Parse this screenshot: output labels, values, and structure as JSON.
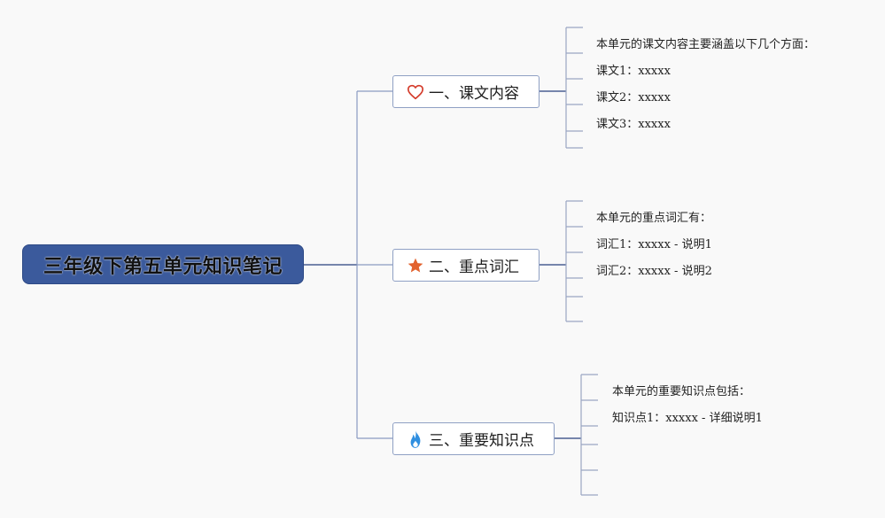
{
  "root": {
    "title": "三年级下第五单元知识笔记"
  },
  "branches": [
    {
      "label": "一、课文内容",
      "icon": "heart-outline-icon",
      "icon_color": "#d43c2b",
      "leaves": [
        "本单元的课文内容主要涵盖以下几个方面：",
        "课文1：xxxxx",
        "课文2：xxxxx",
        "课文3：xxxxx",
        ""
      ]
    },
    {
      "label": "二、重点词汇",
      "icon": "star-icon",
      "icon_color": "#e2622e",
      "leaves": [
        "本单元的重点词汇有：",
        "词汇1：xxxxx - 说明1",
        "词汇2：xxxxx - 说明2",
        "",
        ""
      ]
    },
    {
      "label": "三、重要知识点",
      "icon": "flame-icon",
      "icon_color": "#2f8fe0",
      "leaves": [
        "本单元的重要知识点包括：",
        "知识点1：xxxxx - 详细说明1",
        "",
        "",
        ""
      ]
    }
  ],
  "colors": {
    "root_fill": "#3b5a9c",
    "connector": "#6f82ad",
    "leaf_connector": "#9aa6c3"
  }
}
